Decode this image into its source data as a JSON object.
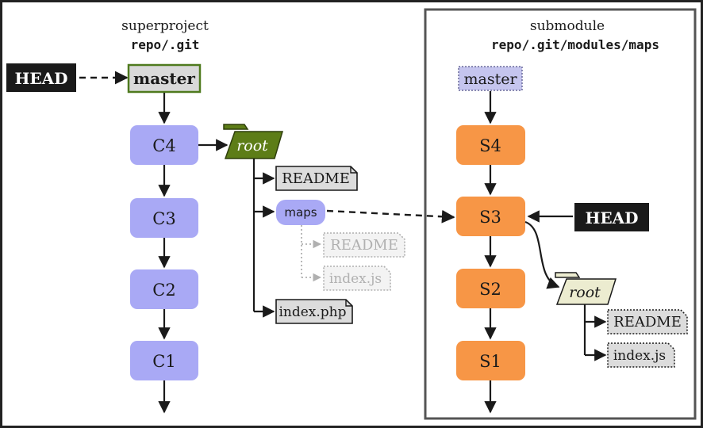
{
  "superproject": {
    "title": "superproject",
    "path": "repo/.git",
    "head": "HEAD",
    "branch": "master",
    "commits": [
      "C4",
      "C3",
      "C2",
      "C1"
    ],
    "tree": {
      "root": "root",
      "readme": "README",
      "maps": "maps",
      "maps_readme": "README",
      "maps_index": "index.js",
      "index_php": "index.php"
    }
  },
  "submodule": {
    "title": "submodule",
    "path": "repo/.git/modules/maps",
    "head": "HEAD",
    "branch": "master",
    "commits": [
      "S4",
      "S3",
      "S2",
      "S1"
    ],
    "tree": {
      "root": "root",
      "readme": "README",
      "index_js": "index.js"
    }
  },
  "colors": {
    "commit_super": "#a9a9f5",
    "commit_sub": "#f79646",
    "branch_super_fill": "#d9d9d9",
    "branch_super_border": "#4f7a1e",
    "branch_sub_fill": "#c5c5ee",
    "head_fill": "#1a1a1a",
    "folder_super": "#5d7d17",
    "folder_sub": "#ececd0",
    "file_fill": "#dcdcdc"
  }
}
